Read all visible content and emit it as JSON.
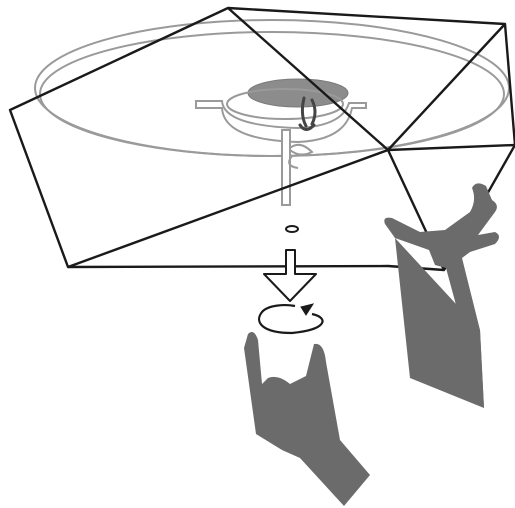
{
  "diagram": {
    "kind": "installation-illustration",
    "background_color": "#ffffff",
    "colors": {
      "outline_dark": "#1a1a1a",
      "outline_light": "#9a9a9a",
      "hand_fill": "#6b6b6b",
      "mount_fill": "#8c8c8c"
    },
    "elements": [
      "ceiling-mount-ring",
      "lamp-shade",
      "mounting-bracket",
      "center-screw",
      "downward-arrow",
      "rotation-arrow",
      "left-hand",
      "right-hand"
    ],
    "action": {
      "direction": "down",
      "rotation": "counter-clockwise"
    }
  }
}
